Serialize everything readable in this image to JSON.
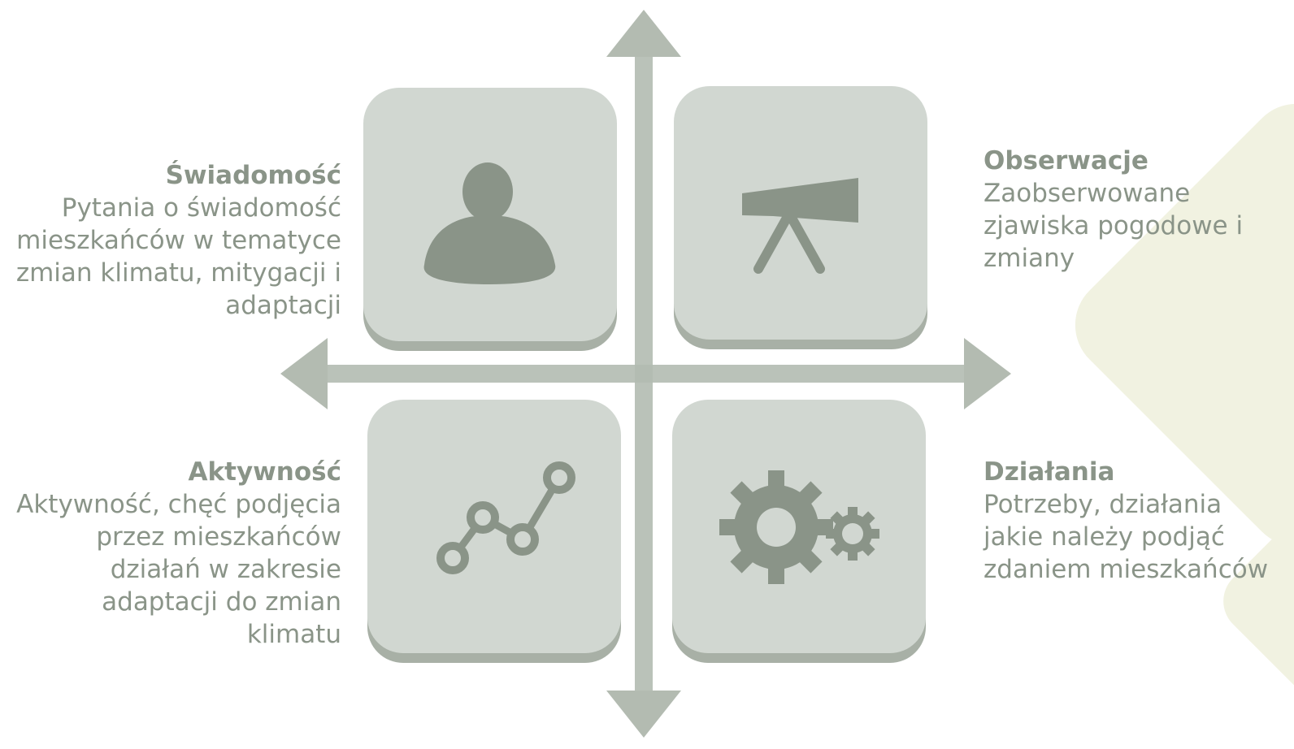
{
  "quadrants": {
    "top_left": {
      "title": "Świadomość",
      "description": "Pytania o świadomość mieszkańców w tematyce zmian klimatu, mitygacji i adaptacji",
      "icon": "person-icon"
    },
    "top_right": {
      "title": "Obserwacje",
      "description": "Zaobserwowane zjawiska pogodowe i zmiany",
      "icon": "telescope-icon"
    },
    "bottom_left": {
      "title": "Aktywność",
      "description": "Aktywność, chęć podjęcia przez mieszkańców działań w zakresie adaptacji do zmian klimatu",
      "icon": "line-graph-icon"
    },
    "bottom_right": {
      "title": "Działania",
      "description": "Potrzeby, działania jakie należy podjąć zdaniem mieszkańców",
      "icon": "gears-icon"
    }
  },
  "colors": {
    "tile": "#d1d7d1",
    "tile_shadow": "#a8b0a6",
    "axis": "#b3bbb1",
    "icon": "#8a9488",
    "text": "#8a9488",
    "background_accent": "#f1f2e1"
  }
}
